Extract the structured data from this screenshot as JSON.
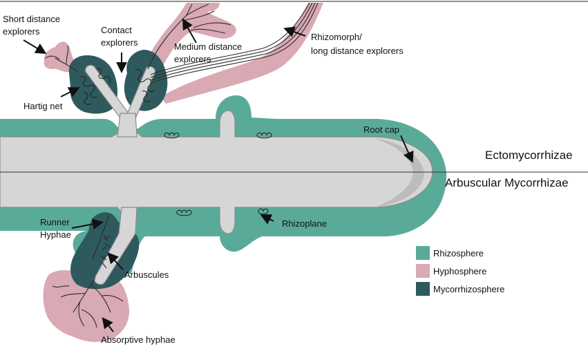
{
  "colors": {
    "rhizosphere": "#5aaa9a",
    "hyphosphere": "#d9a9b4",
    "mycorrhizosphere": "#2e5a5d",
    "root": "#d6d6d6",
    "root_outline": "#8a8a8a",
    "root_cap": "#bcbcbc"
  },
  "sections": {
    "top": "Ectomycorrhizae",
    "bottom": "Arbuscular Mycorrhizae"
  },
  "labels": {
    "short_distance": [
      "Short distance",
      "explorers"
    ],
    "contact": [
      "Contact",
      "explorers"
    ],
    "medium_distance": [
      "Medium distance",
      "explorers"
    ],
    "rhizomorph": [
      "Rhizomorph/",
      "long distance explorers"
    ],
    "hartig_net": "Hartig net",
    "root_cap": "Root cap",
    "rhizoplane": "Rhizoplane",
    "runner_hyphae": [
      "Runner",
      "Hyphae"
    ],
    "arbuscules": "Arbuscules",
    "absorptive_hyphae": "Absorptive hyphae"
  },
  "legend": [
    {
      "label": "Rhizosphere",
      "color": "#5aaa9a"
    },
    {
      "label": "Hyphosphere",
      "color": "#d9a9b4"
    },
    {
      "label": "Mycorrhizosphere",
      "color": "#2e5a5d"
    }
  ]
}
